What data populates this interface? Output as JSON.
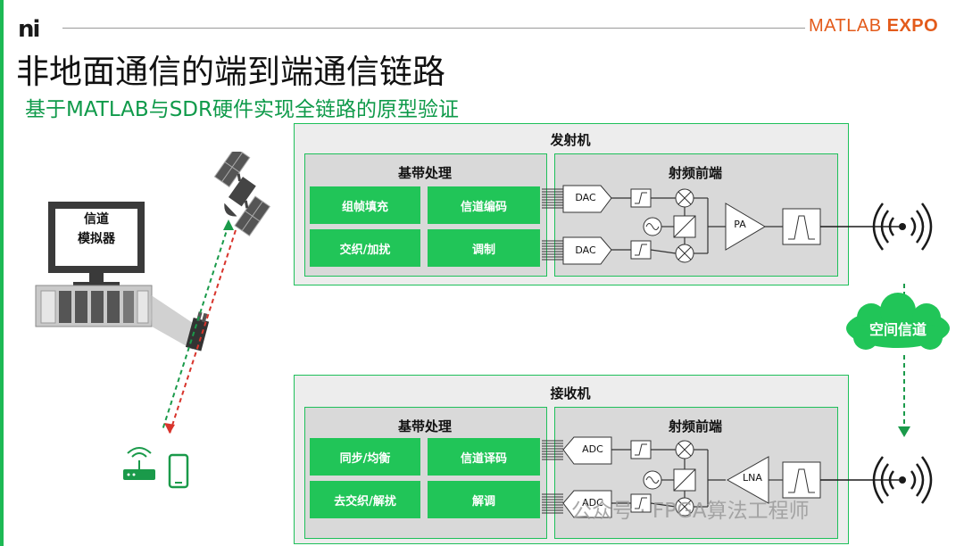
{
  "header": {
    "logo": "ni",
    "brand_main": "MATLAB",
    "brand_accent": "EXPO",
    "title": "非地面通信的端到端通信链路",
    "subtitle": "基于MATLAB与SDR硬件实现全链路的原型验证"
  },
  "simulator": {
    "line1": "信道",
    "line2": "模拟器"
  },
  "transmitter": {
    "title": "发射机",
    "baseband": {
      "title": "基带处理",
      "blocks": [
        "组帧填充",
        "信道编码",
        "交织/加扰",
        "调制"
      ]
    },
    "rf": {
      "title": "射频前端",
      "dac_top": "DAC",
      "dac_bottom": "DAC",
      "pa": "PA"
    }
  },
  "receiver": {
    "title": "接收机",
    "baseband": {
      "title": "基带处理",
      "blocks": [
        "同步/均衡",
        "信道译码",
        "去交织/解扰",
        "解调"
      ]
    },
    "rf": {
      "title": "射频前端",
      "adc_top": "ADC",
      "adc_bottom": "ADC",
      "lna": "LNA"
    }
  },
  "channel": {
    "label": "空间信道"
  },
  "watermark": "公众号 · FPGA算法工程师",
  "colors": {
    "accent_green": "#21c558",
    "brand_orange": "#e35b1b",
    "link_red": "#d8342c",
    "link_green": "#1a9a4a"
  },
  "icons": [
    "satellite-icon",
    "router-icon",
    "phone-icon",
    "antenna-icon",
    "cloud-icon",
    "monitor-icon",
    "sdr-device-icon"
  ]
}
